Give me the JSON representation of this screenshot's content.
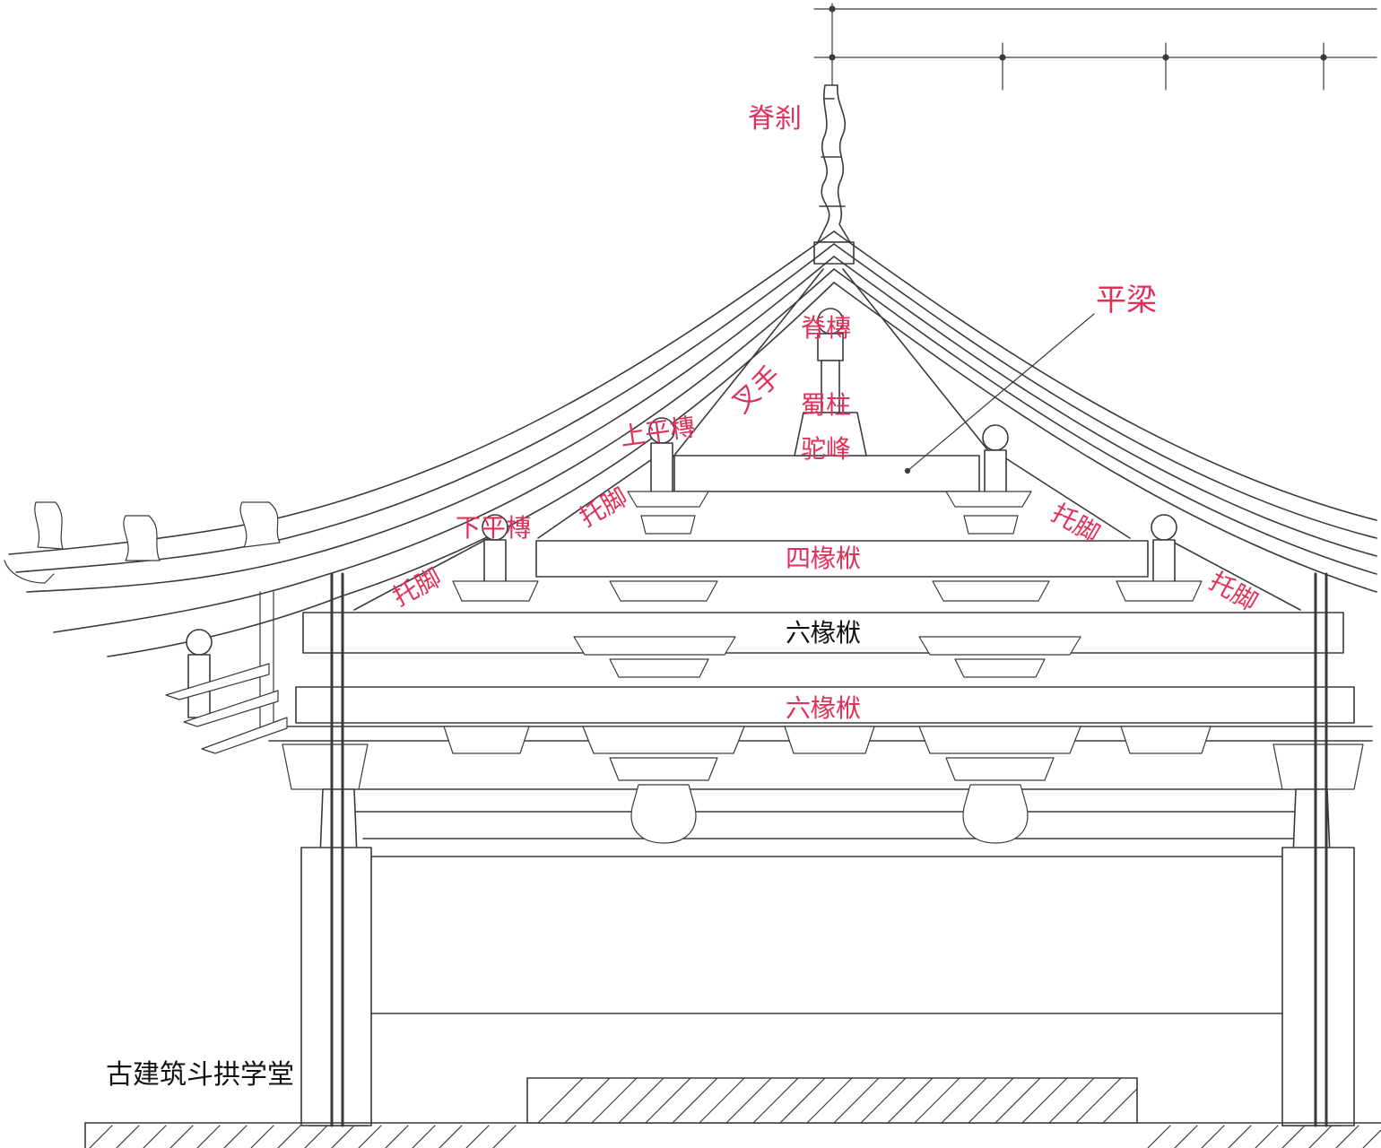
{
  "diagram": {
    "labels": {
      "jisha": "脊刹",
      "pingliang": "平梁",
      "jituan": "脊槫",
      "chashou": "叉手",
      "shuzhu": "蜀柱",
      "tuofeng": "驼峰",
      "shangpingtuan": "上平槫",
      "xiapingtuan": "下平槫",
      "tuojiao_1": "托脚",
      "tuojiao_2": "托脚",
      "tuojiao_3": "托脚",
      "tuojiao_4": "托脚",
      "sichuanfu": "四椽栿",
      "liuchuanfu_upper": "六椽栿",
      "liuchuanfu_lower": "六椽栿"
    },
    "watermark": "古建筑斗拱学堂",
    "colors": {
      "label_red": "#e0305a",
      "label_dark": "#111111",
      "line": "#3a3a3a"
    }
  }
}
